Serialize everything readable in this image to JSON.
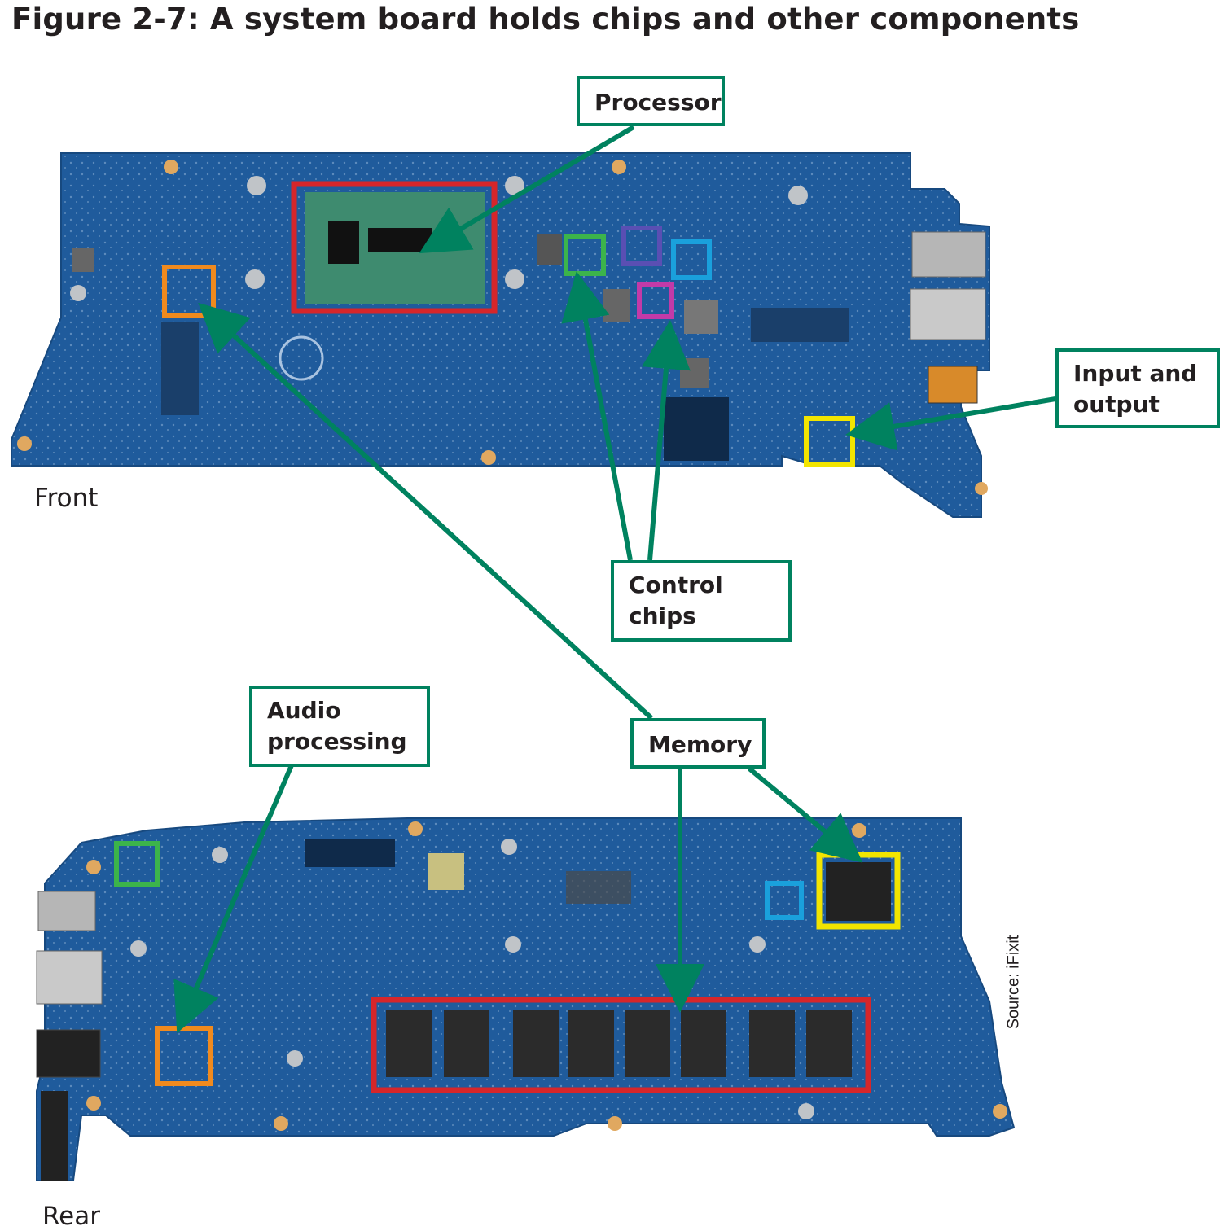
{
  "title": "Figure 2-7: A system board holds chips and other components",
  "labels": {
    "front": "Front",
    "rear": "Rear"
  },
  "callouts": {
    "processor": "Processor",
    "input_output": "Input and output",
    "control_chips": "Control chips",
    "audio_processing": "Audio processing",
    "memory": "Memory"
  },
  "source": "Source: iFixit",
  "colors": {
    "callout_border": "#00825f",
    "board_blue": "#1f5b9c",
    "processor_highlight": "#d6262a",
    "memory_highlight": "#d6262a",
    "audio_highlight": "#f08a1e",
    "io_highlight": "#f2e500",
    "control_green": "#3cb44b",
    "control_purple": "#5a4fb3",
    "control_cyan": "#1aa0dc",
    "control_magenta": "#c23aa8"
  }
}
